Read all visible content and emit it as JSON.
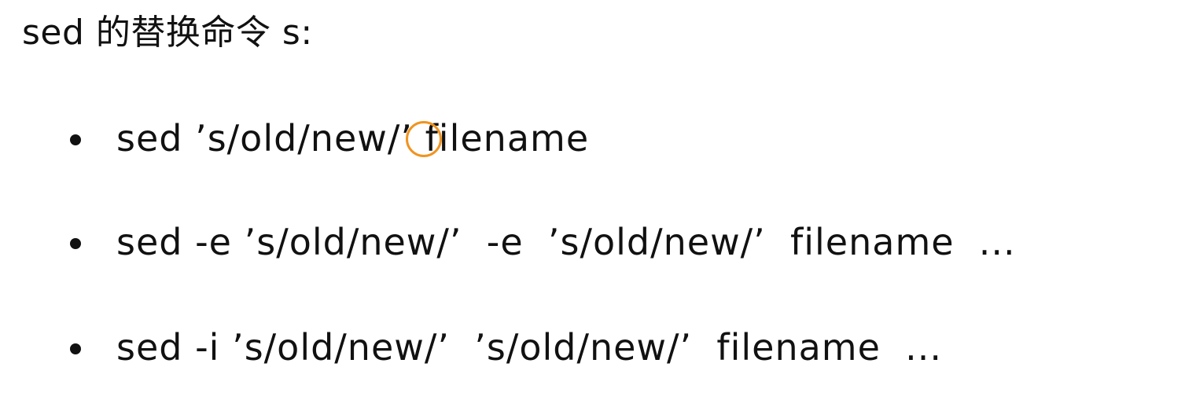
{
  "title": "sed 的替换命令 s:",
  "items": [
    {
      "text": "sed ’s/old/new/’ filename"
    },
    {
      "text": "sed -e ’s/old/new/’  -e  ’s/old/new/’  filename  ..."
    },
    {
      "text": "sed -i ’s/old/new/’  ’s/old/new/’  filename  ..."
    }
  ],
  "colors": {
    "text": "#111111",
    "cursor_highlight": "#f0941f",
    "background": "#ffffff"
  }
}
